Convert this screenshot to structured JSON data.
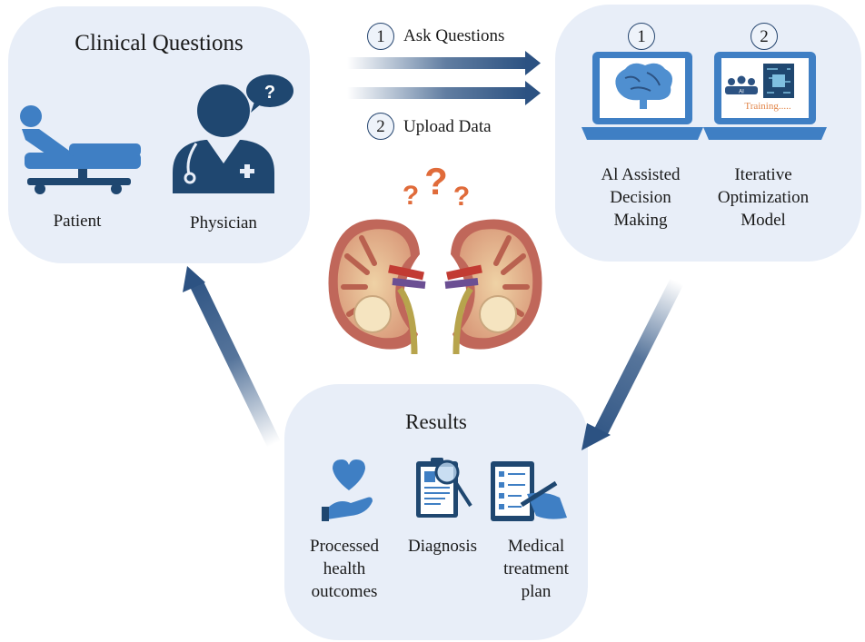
{
  "clinical": {
    "title": "Clinical Questions",
    "patient_label": "Patient",
    "physician_label": "Physician",
    "bubble_mark": "?"
  },
  "steps": [
    {
      "num": "1",
      "label": "Ask Questions"
    },
    {
      "num": "2",
      "label": "Upload Data"
    }
  ],
  "ai": {
    "step1": "1",
    "step2": "2",
    "assisted_label": [
      "Al Assisted",
      "Decision",
      "Making"
    ],
    "optimization_label": [
      "Iterative",
      "Optimization",
      "Model"
    ],
    "training_text": "Training.....",
    "ai_badge": "AI"
  },
  "results": {
    "title": "Results",
    "items": [
      {
        "label": [
          "Processed",
          "health",
          "outcomes"
        ]
      },
      {
        "label": [
          "Diagnosis"
        ]
      },
      {
        "label": [
          "Medical",
          "treatment",
          "plan"
        ]
      }
    ]
  },
  "colors": {
    "panel_bg": "#e8eef8",
    "icon_blue": "#3f7fc4",
    "dark_navy": "#1f4770",
    "arrow": "#2c5282",
    "question_orange": "#e06b3a",
    "kidney_outer": "#c0675a",
    "training_orange": "#e2864a"
  }
}
